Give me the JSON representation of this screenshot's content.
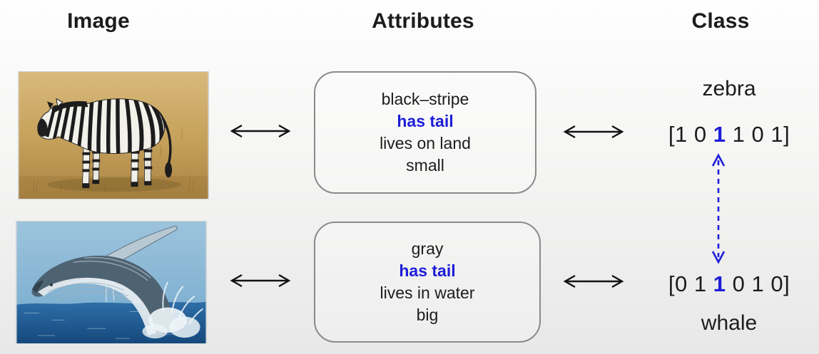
{
  "headers": {
    "image": "Image",
    "attributes": "Attributes",
    "class": "Class"
  },
  "colors": {
    "highlight_blue": "#1d1dd8",
    "text_black": "#1c1c1c",
    "box_border": "#8a8a8a",
    "arrow_black": "#121212"
  },
  "rows": [
    {
      "name": "zebra",
      "image_alt": "zebra standing in dry golden grassland",
      "attributes": [
        {
          "text": "black–stripe",
          "highlight": false
        },
        {
          "text": "has tail",
          "highlight": true
        },
        {
          "text": "lives on land",
          "highlight": false
        },
        {
          "text": "small",
          "highlight": false
        }
      ],
      "class_label": "zebra",
      "vector": {
        "bracket_open": "[",
        "bracket_close": "]",
        "values": [
          "1",
          "0",
          "1",
          "1",
          "0",
          "1"
        ],
        "highlight_index": 2
      }
    },
    {
      "name": "whale",
      "image_alt": "humpback whale breaching out of the ocean",
      "attributes": [
        {
          "text": "gray",
          "highlight": false
        },
        {
          "text": "has tail",
          "highlight": true
        },
        {
          "text": "lives in water",
          "highlight": false
        },
        {
          "text": "big",
          "highlight": false
        }
      ],
      "class_label": "whale",
      "vector": {
        "bracket_open": "[",
        "bracket_close": "]",
        "values": [
          "0",
          "1",
          "1",
          "0",
          "1",
          "0"
        ],
        "highlight_index": 2
      }
    }
  ]
}
